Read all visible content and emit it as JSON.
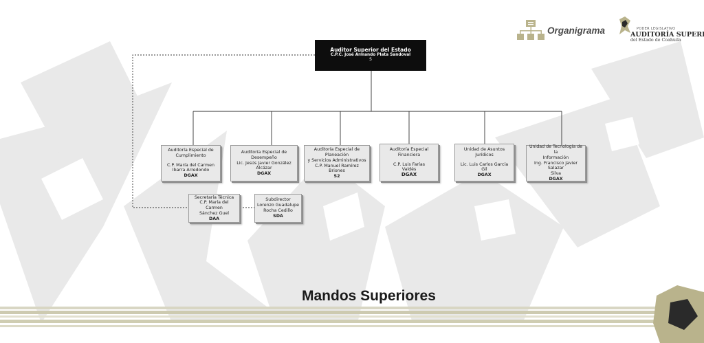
{
  "header": {
    "section_label": "Organigrama",
    "institution": {
      "line1": "PODER LEGISLATIVO",
      "line2": "AUDITORÍA SUPERIOR",
      "line3": "del Estado de Coahuila"
    },
    "icon": "org-chart-icon"
  },
  "top_node": {
    "title": "Auditor Superior del Estado",
    "name": "C.P.C. José Armando Plata Sandoval",
    "code": "S"
  },
  "departments": [
    {
      "title_lines": [
        "Auditoría Especial de",
        "Cumplimiento"
      ],
      "name_lines": [
        "C.P. María del Carmen",
        "Ibarra Arredondo"
      ],
      "code": "DGAX"
    },
    {
      "title_lines": [
        "Auditoría Especial de",
        "Desempeño"
      ],
      "name_lines": [
        "Lic.  Jesús Javier González",
        "Alcázar"
      ],
      "code": "DGAX"
    },
    {
      "title_lines": [
        "Auditoría Especial de Planeación",
        "y Servicios Administrativos"
      ],
      "name_lines": [
        "C.P. Manuel Ramírez Briones"
      ],
      "code": "S2"
    },
    {
      "title_lines": [
        "Auditoría Especial",
        "Financiera"
      ],
      "name_lines": [
        "C.P. Luis Farías",
        "Valdés"
      ],
      "code": "DGAX"
    },
    {
      "title_lines": [
        "Unidad de Asuntos Jurídicos"
      ],
      "name_lines": [
        "Lic. Luis Carlos García Gil"
      ],
      "code": "DGAX"
    },
    {
      "title_lines": [
        "Unidad de Tecnología  de la",
        "Información"
      ],
      "name_lines": [
        "Ing. Francisco Javier Salazar",
        "Silva"
      ],
      "code": "DGAX"
    }
  ],
  "staff": [
    {
      "lines": [
        "Secretaría Técnica",
        "C.P. María del Carmen",
        "Sánchez Guel",
        "DAA"
      ]
    },
    {
      "lines": [
        "Subdirector",
        "Lorenzo Guadalupe",
        "Rocha Cedillo",
        "SDA"
      ]
    }
  ],
  "footer": {
    "title": "Mandos Superiores"
  },
  "colors": {
    "top_box": "#0d0d0d",
    "node_fill": "#e9e9e9",
    "watermark": "#e8e8e8",
    "stripe_olive": "#c9c6a6",
    "accent_dark": "#2a2a2a"
  }
}
